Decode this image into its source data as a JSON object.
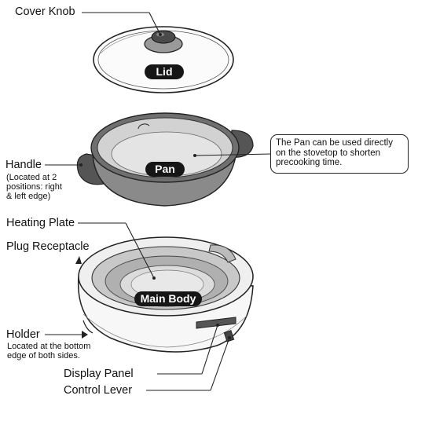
{
  "labels": {
    "cover_knob": "Cover Knob",
    "handle": "Handle",
    "handle_note_1": "(Located at 2",
    "handle_note_2": "positions: right",
    "handle_note_3": "& left edge)",
    "heating_plate": "Heating Plate",
    "plug_receptacle": "Plug Receptacle",
    "holder": "Holder",
    "holder_note_1": "Located at the bottom",
    "holder_note_2": "edge of both sides.",
    "display_panel": "Display Panel",
    "control_lever": "Control Lever"
  },
  "badges": {
    "lid": "Lid",
    "pan": "Pan",
    "main_body": "Main Body"
  },
  "callout": {
    "text": "The Pan can be used directly on the stovetop to shorten precooking time."
  }
}
